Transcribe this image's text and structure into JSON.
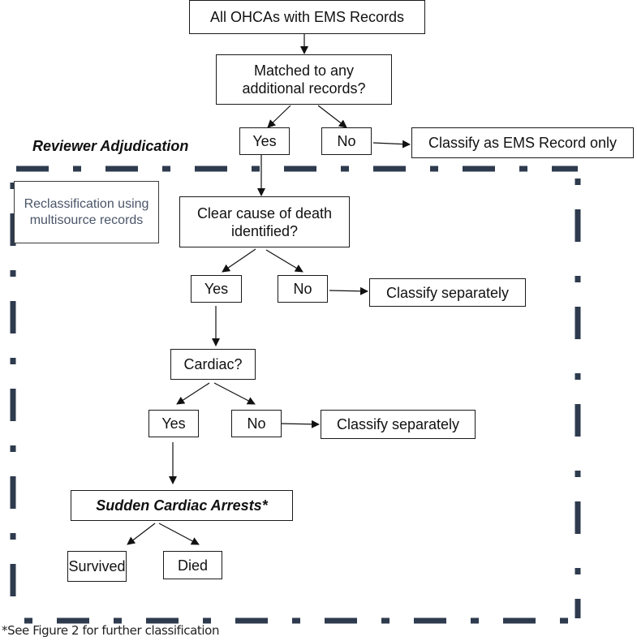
{
  "section_label": "Reviewer Adjudication",
  "note": "Reclassification using multisource records",
  "nodes": {
    "start": "All OHCAs with EMS Records",
    "matched": "Matched to any additional records?",
    "yes1": "Yes",
    "no1": "No",
    "ems_only": "Classify as EMS Record only",
    "cause": "Clear cause of death identified?",
    "yes2": "Yes",
    "no2": "No",
    "sep1": "Classify separately",
    "cardiac": "Cardiac?",
    "yes3": "Yes",
    "no3": "No",
    "sep2": "Classify separately",
    "sca": "Sudden Cardiac Arrests*",
    "survived": "Survived",
    "died": "Died"
  },
  "footnote": "*See Figure 2 for further classification",
  "colors": {
    "border_dash": "#2e3b4e",
    "note_text": "#4a5568"
  }
}
